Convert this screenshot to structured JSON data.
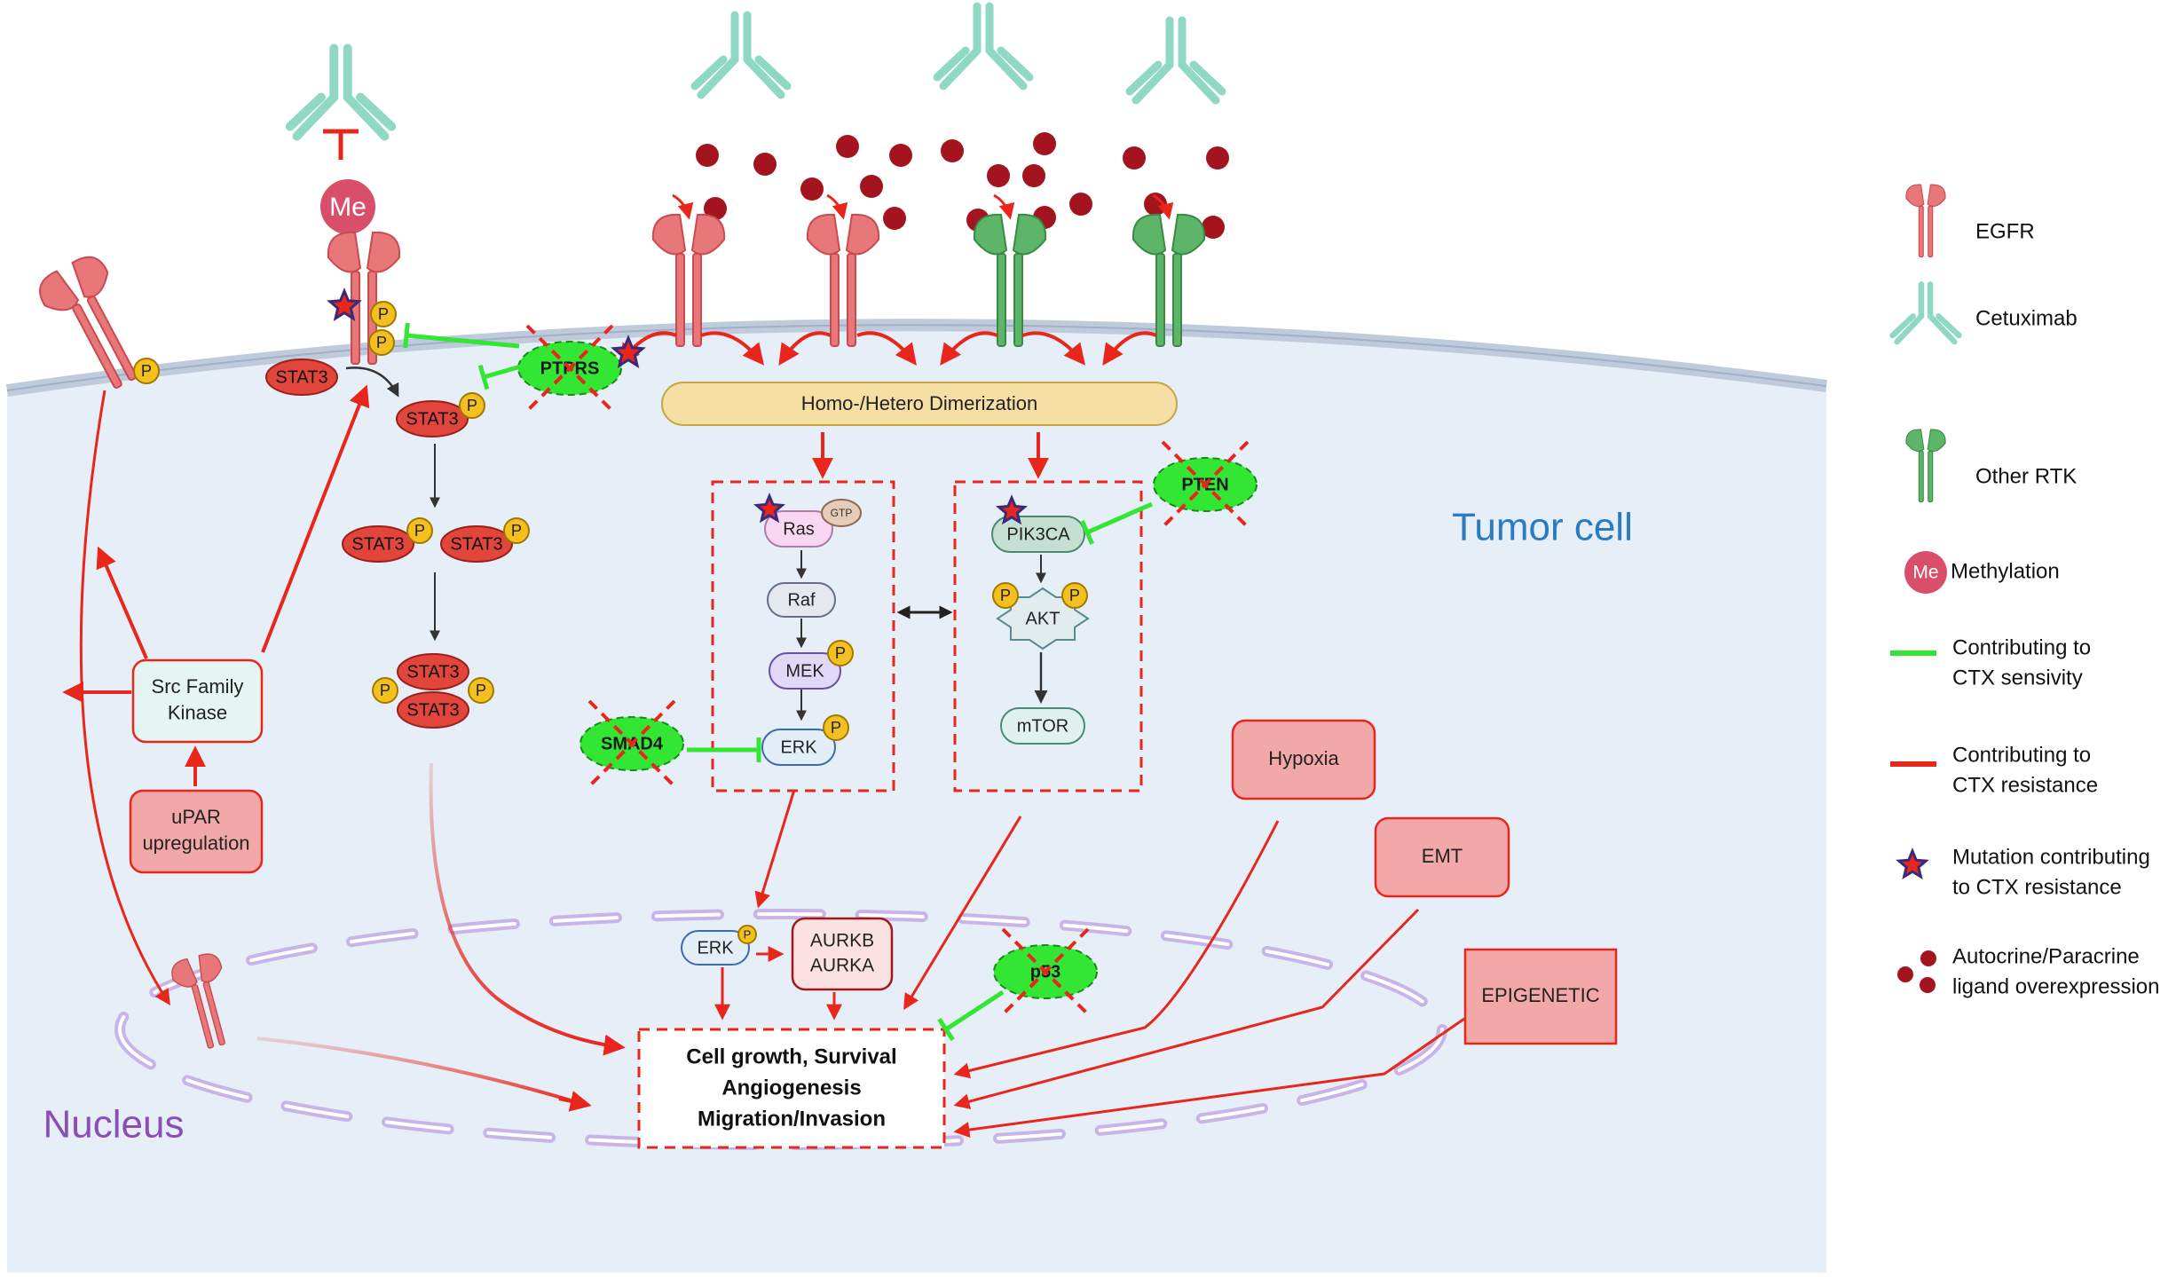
{
  "labels": {
    "tumor_cell": "Tumor cell",
    "nucleus": "Nucleus",
    "dimerization": "Homo-/Hetero Dimerization",
    "methylation_badge": "Me",
    "stat3": "STAT3",
    "phospho": "P",
    "ptprs": "PTPRS",
    "pten": "PTEN",
    "smad4": "SMAD4",
    "p53": "p53",
    "ras": "Ras",
    "gtp": "GTP",
    "raf": "Raf",
    "mek": "MEK",
    "erk": "ERK",
    "pik3ca": "PIK3CA",
    "akt": "AKT",
    "mtor": "mTOR",
    "src_family_kinase": [
      "Src Family",
      "Kinase"
    ],
    "upar": [
      "uPAR",
      "upregulation"
    ],
    "aurk": [
      "AURKB",
      "AURKA"
    ],
    "hypoxia": "Hypoxia",
    "emt": "EMT",
    "epigenetic": "EPIGENETIC",
    "outcome": [
      "Cell growth, Survival",
      "Angiogenesis",
      "Migration/Invasion"
    ]
  },
  "legend": [
    {
      "icon": "egfr",
      "text": [
        "EGFR"
      ]
    },
    {
      "icon": "cetuximab",
      "text": [
        "Cetuximab"
      ]
    },
    {
      "icon": "other-rtk",
      "text": [
        "Other RTK"
      ]
    },
    {
      "icon": "methylation",
      "text": [
        "Methylation"
      ]
    },
    {
      "icon": "green-line",
      "text": [
        "Contributing to",
        "CTX sensivity"
      ]
    },
    {
      "icon": "red-line",
      "text": [
        "Contributing to",
        "CTX resistance"
      ]
    },
    {
      "icon": "star",
      "text": [
        "Mutation contributing",
        "to CTX resistance"
      ]
    },
    {
      "icon": "dots",
      "text": [
        "Autocrine/Paracrine",
        "ligand overexpression"
      ]
    }
  ],
  "colors": {
    "egfr": "#e8777a",
    "egfr_dark": "#c94a4f",
    "cetuximab": "#8fd8c4",
    "other_rtk": "#5db56a",
    "methylation": "#d94f6b",
    "green": "#33e633",
    "red": "#e8261c",
    "cell_fill": "#e6eef8",
    "membrane": "#bfcbdb",
    "nucleus": "#c9b4e8",
    "tumor_text": "#2a7bc2",
    "nucleus_text": "#8a4fb5",
    "star_fill": "#e8261c",
    "star_stroke": "#3a2a7a",
    "phospho": "#f4c020",
    "dimer_fill": "#f6dfa4",
    "ligand": "#a3141f"
  }
}
